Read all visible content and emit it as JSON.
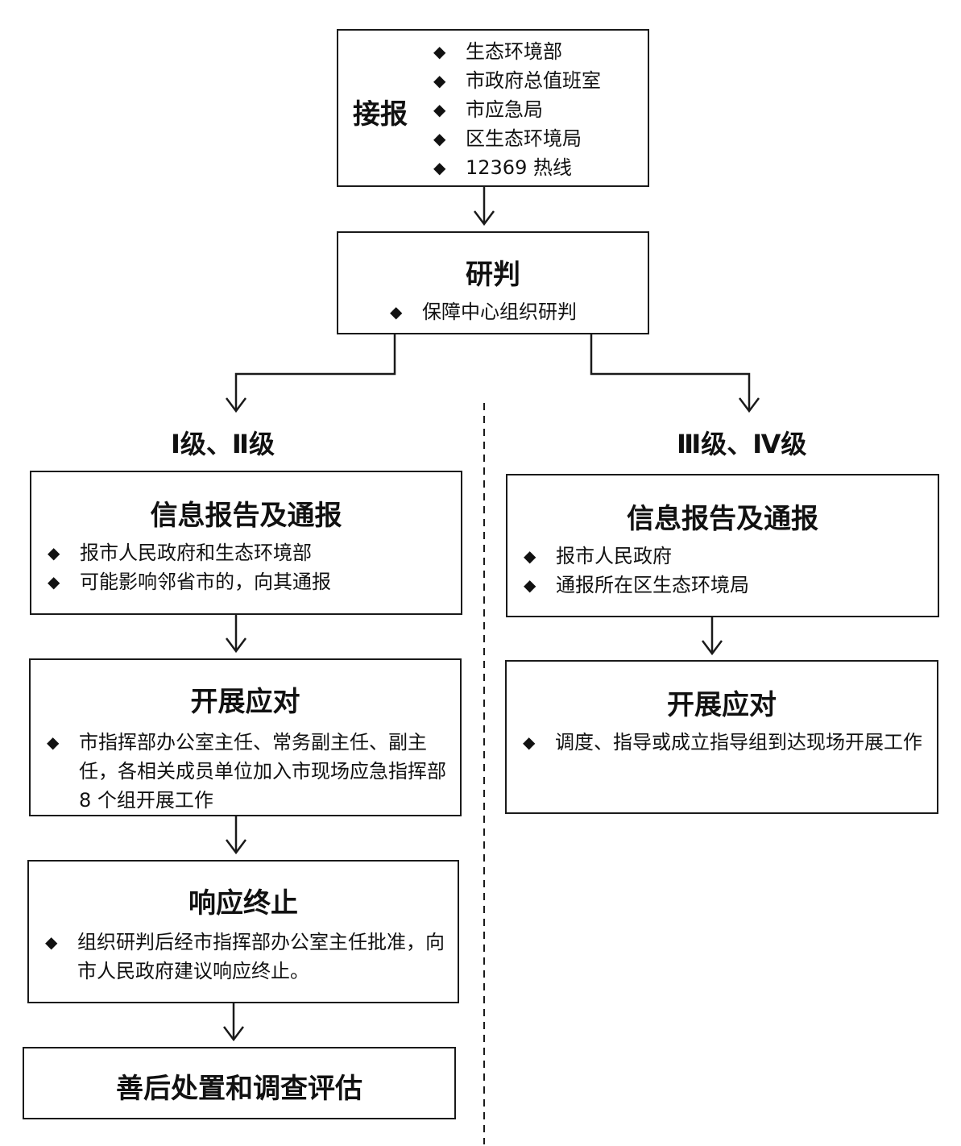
{
  "report": {
    "title": "接报",
    "items": [
      "生态环境部",
      "市政府总值班室",
      "市应急局",
      "区生态环境局",
      "12369 热线"
    ]
  },
  "judge": {
    "title": "研判",
    "items": [
      "保障中心组织研判"
    ]
  },
  "left": {
    "level_label": "Ⅰ级、Ⅱ级",
    "info": {
      "title": "信息报告及通报",
      "items": [
        "报市人民政府和生态环境部",
        "可能影响邻省市的，向其通报"
      ]
    },
    "response": {
      "title": "开展应对",
      "items": [
        "市指挥部办公室主任、常务副主任、副主任，各相关成员单位加入市现场应急指挥部 8 个组开展工作"
      ]
    },
    "terminate": {
      "title": "响应终止",
      "items": [
        "组织研判后经市指挥部办公室主任批准，向市人民政府建议响应终止。"
      ]
    },
    "aftermath": {
      "title": "善后处置和调查评估"
    }
  },
  "right": {
    "level_label": "Ⅲ级、Ⅳ级",
    "info": {
      "title": "信息报告及通报",
      "items": [
        "报市人民政府",
        "通报所在区生态环境局"
      ]
    },
    "response": {
      "title": "开展应对",
      "items": [
        "调度、指导或成立指导组到达现场开展工作"
      ]
    }
  },
  "bullet_glyph": "◆"
}
